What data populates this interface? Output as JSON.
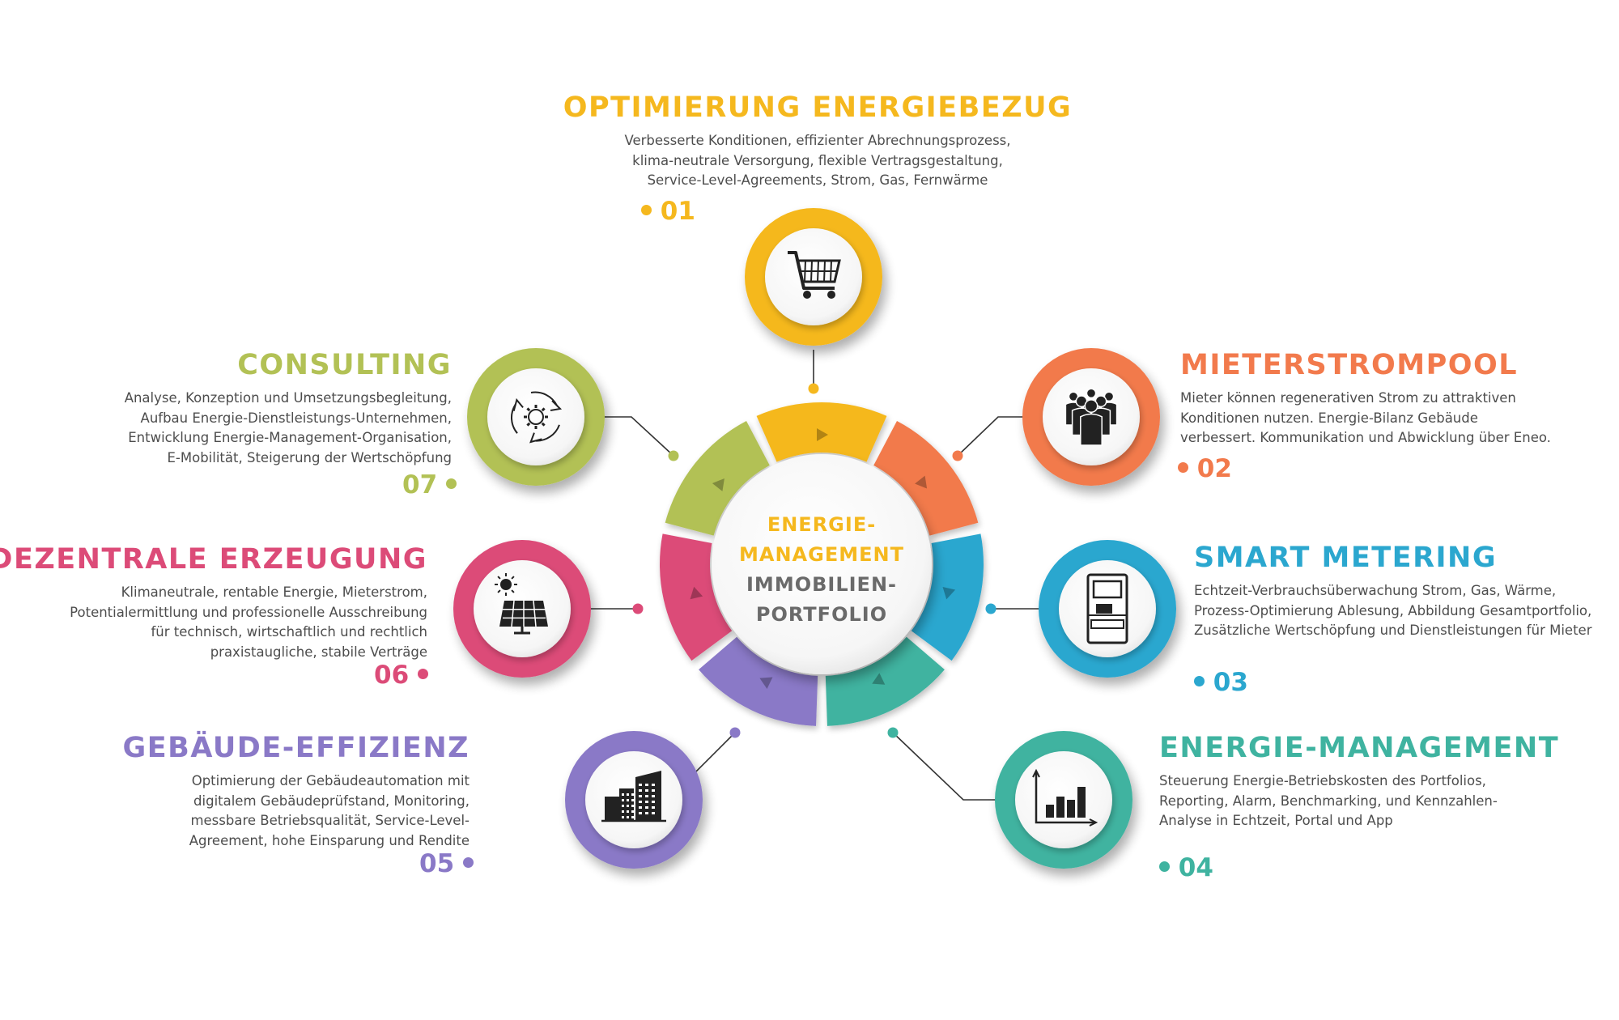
{
  "colors": {
    "yellow": "#f5b81e",
    "orange": "#f27a4c",
    "blue": "#2ba7cf",
    "teal": "#3fb3a0",
    "purple": "#8a79c7",
    "pink": "#dc4b78",
    "green": "#b2c155",
    "text": "#4d4d4d",
    "gray": "#6a6a6a"
  },
  "center": {
    "line1": "ENERGIE-",
    "line2": "MANAGEMENT",
    "line3": "IMMOBILIEN-",
    "line4": "PORTFOLIO"
  },
  "items": [
    {
      "number": "01",
      "title": "OPTIMIERUNG ENERGIEBEZUG",
      "lines": [
        "Verbesserte Konditionen, effizienter Abrechnungsprozess,",
        "klima-neutrale Versorgung, flexible Vertragsgestaltung,",
        "Service-Level-Agreements, Strom, Gas, Fernwärme"
      ],
      "icon": "shopping-cart-icon"
    },
    {
      "number": "02",
      "title": "MIETERSTROMPOOL",
      "lines": [
        "Mieter können regenerativen Strom zu attraktiven",
        "Konditionen nutzen. Energie-Bilanz Gebäude",
        "verbessert. Kommunikation und Abwicklung über Eneo."
      ],
      "icon": "people-group-icon"
    },
    {
      "number": "03",
      "title": "SMART METERING",
      "lines": [
        "Echtzeit-Verbrauchsüberwachung Strom, Gas, Wärme,",
        "Prozess-Optimierung Ablesung, Abbildung Gesamtportfolio,",
        "Zusätzliche Wertschöpfung und Dienstleistungen für Mieter"
      ],
      "icon": "smart-meter-icon"
    },
    {
      "number": "04",
      "title": "ENERGIE-MANAGEMENT",
      "lines": [
        "Steuerung Energie-Betriebskosten des Portfolios,",
        "Reporting, Alarm, Benchmarking, und Kennzahlen-",
        "Analyse in Echtzeit, Portal und App"
      ],
      "icon": "bar-chart-icon"
    },
    {
      "number": "05",
      "title": "GEBÄUDE-EFFIZIENZ",
      "lines": [
        "Optimierung der Gebäudeautomation mit",
        "digitalem Gebäudeprüfstand, Monitoring,",
        "messbare Betriebsqualität, Service-Level-",
        "Agreement, hohe Einsparung und Rendite"
      ],
      "icon": "buildings-icon"
    },
    {
      "number": "06",
      "title": "DEZENTRALE ERZEUGUNG",
      "lines": [
        "Klimaneutrale, rentable Energie, Mieterstrom,",
        "Potentialermittlung und professionelle Ausschreibung",
        "für technisch, wirtschaftlich und rechtlich",
        "praxistaugliche, stabile Verträge"
      ],
      "icon": "solar-panel-icon"
    },
    {
      "number": "07",
      "title": "CONSULTING",
      "lines": [
        "Analyse, Konzeption und Umsetzungsbegleitung,",
        "Aufbau Energie-Dienstleistungs-Unternehmen,",
        "Entwicklung Energie-Management-Organisation,",
        "E-Mobilität, Steigerung der Wertschöpfung"
      ],
      "icon": "gear-cycle-icon"
    }
  ]
}
